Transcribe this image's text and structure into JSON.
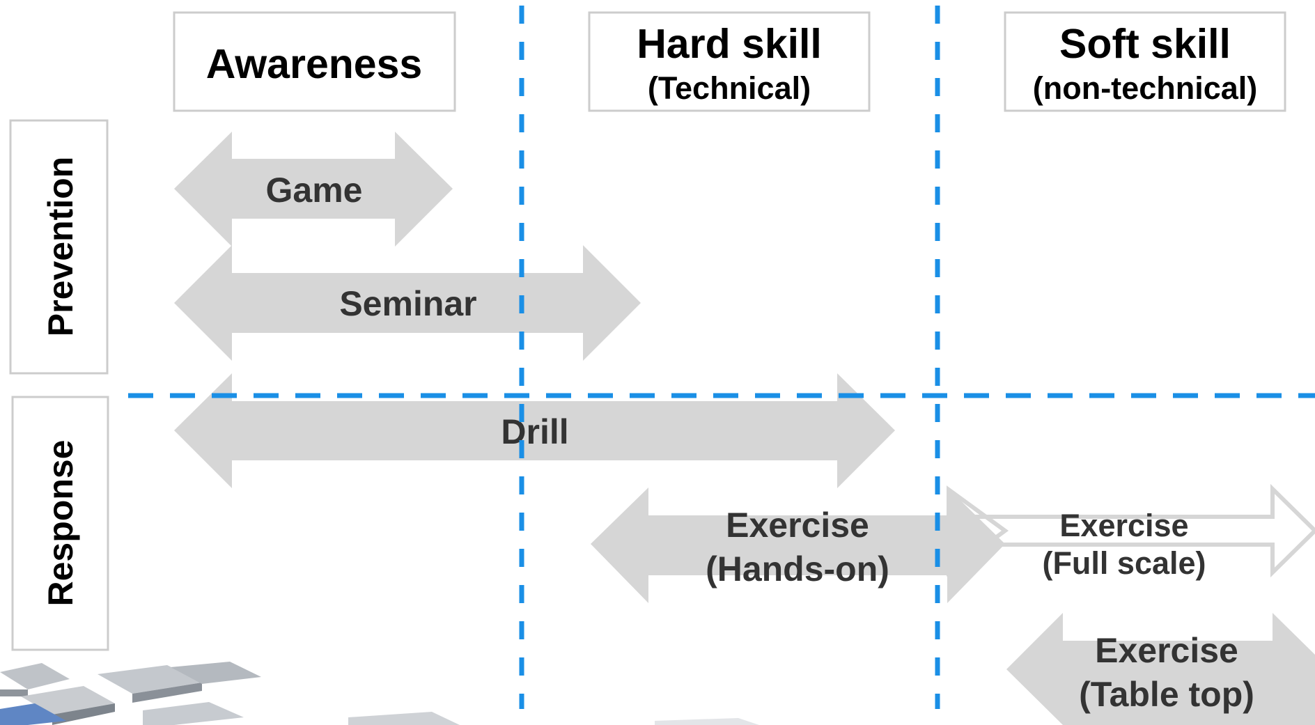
{
  "colors": {
    "arrow_fill": "#d6d6d6",
    "divider": "#1a8fe6",
    "box_border": "#cccccc",
    "label_text": "#333333"
  },
  "headers": {
    "awareness": {
      "title": "Awareness"
    },
    "hard_skill": {
      "title": "Hard skill",
      "subtitle": "(Technical)"
    },
    "soft_skill": {
      "title": "Soft skill",
      "subtitle": "(non-technical)"
    }
  },
  "rows": {
    "prevention": "Prevention",
    "response": "Response"
  },
  "arrows": {
    "game": {
      "line1": "Game"
    },
    "seminar": {
      "line1": "Seminar"
    },
    "drill": {
      "line1": "Drill"
    },
    "exercise_hands_on": {
      "line1": "Exercise",
      "line2": "(Hands-on)"
    },
    "exercise_full_scale": {
      "line1": "Exercise",
      "line2": "(Full scale)",
      "style": "outline"
    },
    "exercise_table_top": {
      "line1": "Exercise",
      "line2": "(Table top)"
    }
  },
  "decor": {
    "icon": "3d-tiles-decoration"
  }
}
